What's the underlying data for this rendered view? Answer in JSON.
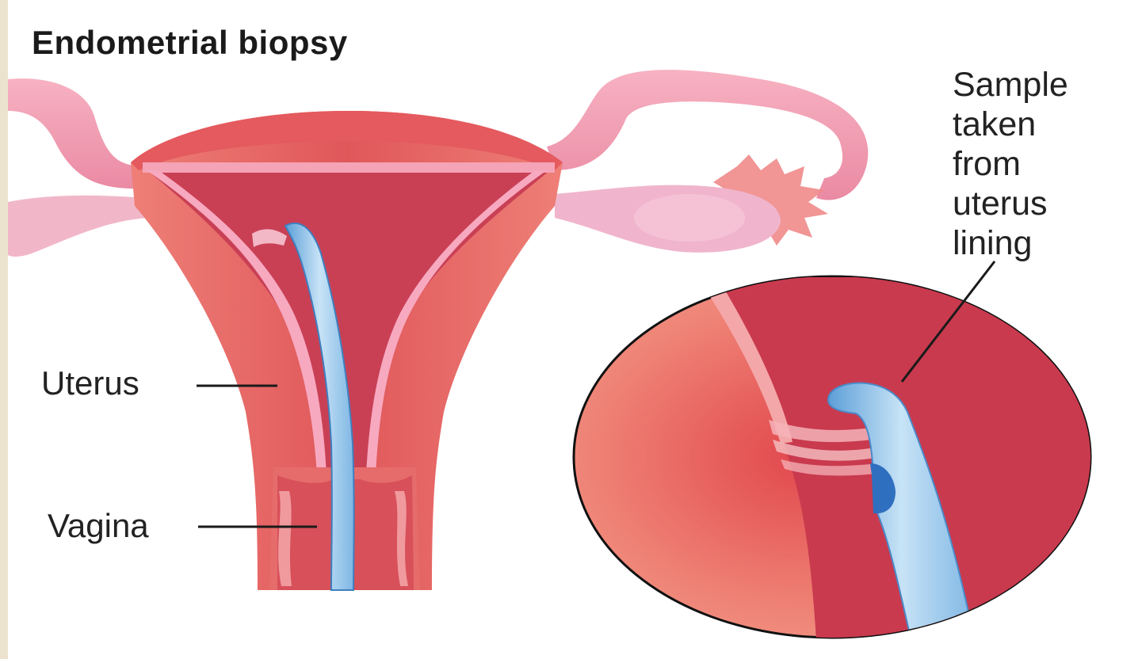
{
  "title": "Endometrial biopsy",
  "labels": {
    "uterus": "Uterus",
    "vagina": "Vagina",
    "sample": [
      "Sample",
      "taken",
      "from",
      "uterus",
      "lining"
    ]
  },
  "colors": {
    "tissue": "#e8675f",
    "tissue_light": "#f3a3a0",
    "tube_pink": "#f29ab0",
    "instrument": "#8fc3ea",
    "leader_line": "#1a1a1a"
  }
}
